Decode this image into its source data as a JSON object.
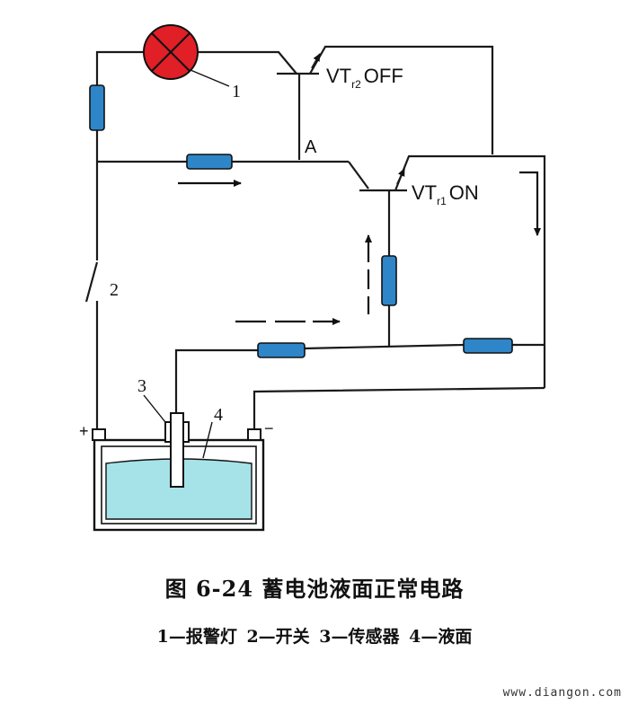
{
  "diagram": {
    "transistor_top": {
      "name": "VT",
      "sub": "r2",
      "state": "OFF"
    },
    "transistor_bottom": {
      "name": "VT",
      "sub": "r1",
      "state": "ON"
    },
    "node_a": "A",
    "plus": "+",
    "minus": "−",
    "callouts": {
      "lamp": "1",
      "switch": "2",
      "sensor": "3",
      "level": "4"
    }
  },
  "caption": {
    "title": "图 6-24    蓄电池液面正常电路",
    "legend": "1—报警灯   2—开关   3—传感器   4—液面"
  },
  "watermark": "www.diangon.com",
  "colors": {
    "resistor": "#2e86c9",
    "lamp": "#e01f26",
    "electrolyte": "#a6e3e8",
    "wire": "#1a1a1a"
  }
}
